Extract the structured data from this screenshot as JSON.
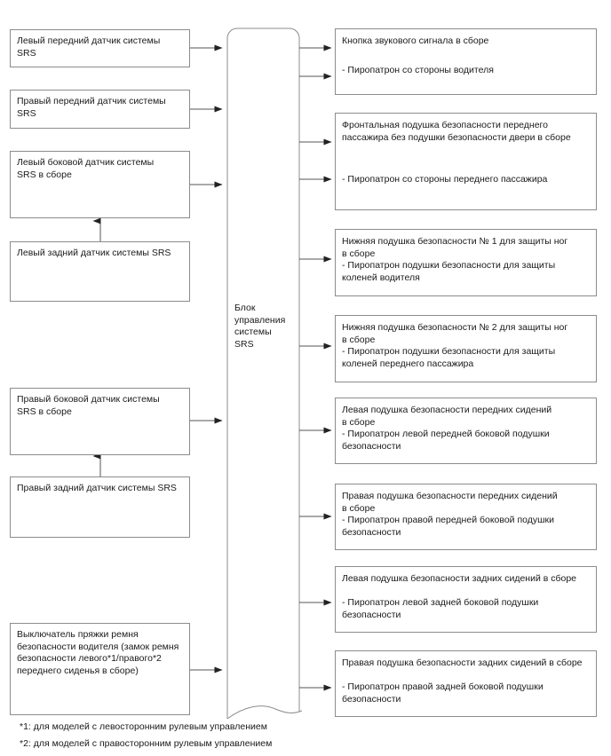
{
  "diagram": {
    "title": "SRS system block diagram",
    "line_color": "#8c8c8c",
    "arrow_color": "#3a3a3a",
    "text_color": "#1a1a1a",
    "background": "#ffffff"
  },
  "control_unit": {
    "label": "Блок\nуправления\nсистемы\nSRS"
  },
  "inputs": [
    {
      "id": "left-front-sensor",
      "text": "Левый передний датчик системы\nSRS"
    },
    {
      "id": "right-front-sensor",
      "text": "Правый передний датчик системы\nSRS"
    },
    {
      "id": "left-side-sensor",
      "text": "Левый боковой датчик системы\nSRS в сборе"
    },
    {
      "id": "left-rear-sensor",
      "text": "Левый задний датчик системы SRS"
    },
    {
      "id": "right-side-sensor",
      "text": "Правый боковой датчик системы\nSRS в сборе"
    },
    {
      "id": "right-rear-sensor",
      "text": "Правый задний датчик системы SRS"
    },
    {
      "id": "driver-buckle-switch",
      "text": "Выключатель пряжки ремня\nбезопасности водителя (замок ремня\nбезопасности левого*1/правого*2\nпереднего сиденья в сборе)"
    }
  ],
  "outputs": [
    {
      "id": "horn-button-assembly",
      "line1": "Кнопка звукового сигнала в сборе",
      "line2": "- Пиропатрон со стороны водителя"
    },
    {
      "id": "front-passenger-airbag",
      "line1": "Фронтальная подушка безопасности переднего\nпассажира без подушки безопасности двери в сборе",
      "line2": "- Пиропатрон со стороны переднего пассажира"
    },
    {
      "id": "knee-airbag-no1",
      "line1": "Нижняя подушка безопасности № 1 для защиты ног\nв сборе",
      "line2": "- Пиропатрон подушки безопасности для защиты\nколеней водителя"
    },
    {
      "id": "knee-airbag-no2",
      "line1": "Нижняя подушка безопасности № 2 для защиты ног\nв сборе",
      "line2": "- Пиропатрон подушки безопасности для защиты\nколеней переднего пассажира"
    },
    {
      "id": "front-left-side-airbag",
      "line1": "Левая подушка безопасности передних сидений\nв сборе",
      "line2": "- Пиропатрон левой передней боковой подушки\nбезопасности"
    },
    {
      "id": "front-right-side-airbag",
      "line1": "Правая подушка безопасности передних сидений\nв сборе",
      "line2": "- Пиропатрон правой передней боковой подушки\nбезопасности"
    },
    {
      "id": "rear-left-side-airbag",
      "line1": "Левая подушка безопасности задних сидений в сборе",
      "line2": "- Пиропатрон левой задней боковой подушки\nбезопасности"
    },
    {
      "id": "rear-right-side-airbag",
      "line1": "Правая подушка безопасности задних сидений в сборе",
      "line2": "- Пиропатрон правой задней боковой подушки\nбезопасности"
    }
  ],
  "footnotes": [
    "*1: для моделей с левосторонним рулевым управлением",
    "*2: для моделей с правосторонним рулевым управлением"
  ]
}
